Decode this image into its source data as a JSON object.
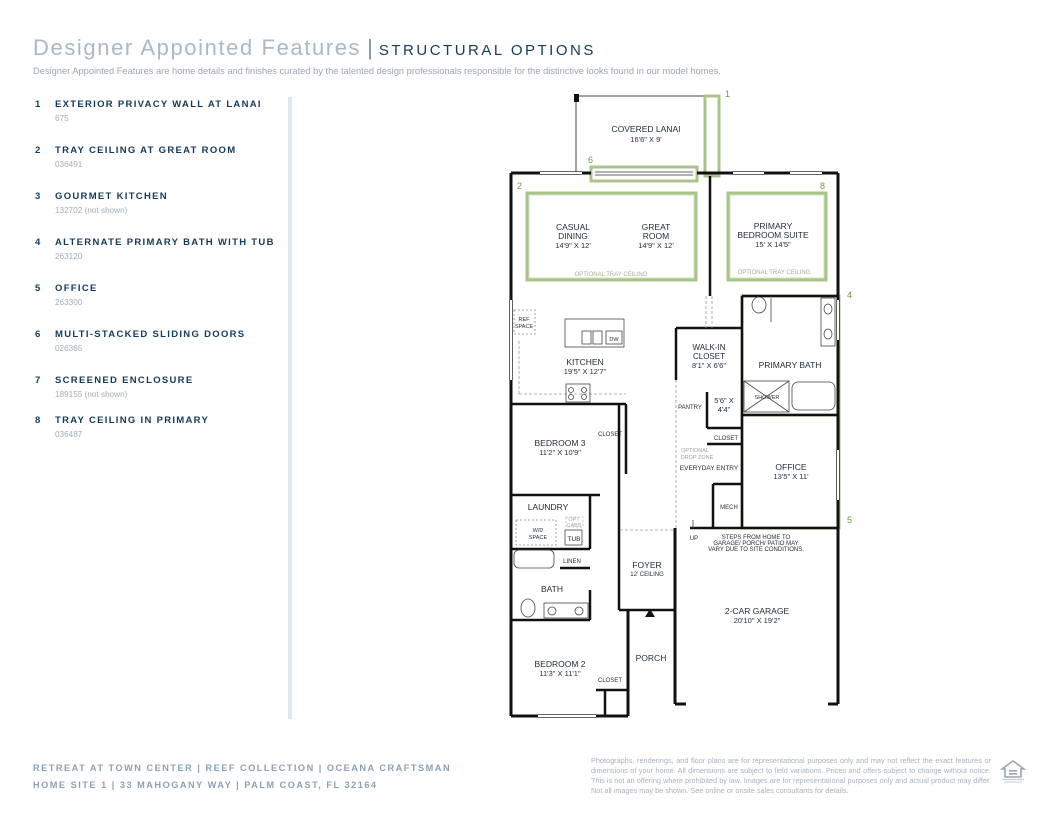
{
  "header": {
    "title": "Designer Appointed Features",
    "separator": "|",
    "subtitle": "STRUCTURAL OPTIONS",
    "description": "Designer Appointed Features are home details and finishes curated by the talented design professionals responsible for the distinctive looks found in our model homes."
  },
  "features": [
    {
      "num": "1",
      "name": "EXTERIOR PRIVACY WALL AT LANAI",
      "code": "675"
    },
    {
      "num": "2",
      "name": "TRAY CEILING AT GREAT ROOM",
      "code": "036491"
    },
    {
      "num": "3",
      "name": "GOURMET KITCHEN",
      "code": "132702 (not shown)"
    },
    {
      "num": "4",
      "name": "ALTERNATE PRIMARY BATH WITH TUB",
      "code": "263120"
    },
    {
      "num": "5",
      "name": "OFFICE",
      "code": "263300"
    },
    {
      "num": "6",
      "name": "MULTI-STACKED SLIDING DOORS",
      "code": "026365"
    },
    {
      "num": "7",
      "name": "SCREENED ENCLOSURE",
      "code": "189155 (not shown)"
    },
    {
      "num": "8",
      "name": "TRAY CEILING IN PRIMARY",
      "code": "036487"
    }
  ],
  "floorplan": {
    "covered_lanai": "COVERED LANAI",
    "covered_lanai_dim": "16'6\" X 9'",
    "casual_dining": "CASUAL",
    "casual_dining_2": "DINING",
    "casual_dining_dim": "14'9\" X 12'",
    "great_room": "GREAT",
    "great_room_2": "ROOM",
    "great_room_dim": "14'9\" X 12'",
    "optional_tray_ceiling": "OPTIONAL TRAY CEILING",
    "primary_suite": "PRIMARY",
    "primary_suite_2": "BEDROOM SUITE",
    "primary_suite_dim": "15' X 14'5\"",
    "ref_space": "REF",
    "ref_space_2": "SPACE",
    "dw": "DW",
    "kitchen": "KITCHEN",
    "kitchen_dim": "19'5\" X 12'7\"",
    "walkin_closet": "WALK-IN",
    "walkin_closet_2": "CLOSET",
    "walkin_closet_dim": "8'1\" X 6'6\"",
    "primary_bath": "PRIMARY BATH",
    "pantry": "PANTRY",
    "closet_small_dim": "5'6\" X",
    "closet_small_dim_2": "4'4\"",
    "shower": "SHOWER",
    "bedroom3": "BEDROOM 3",
    "bedroom3_dim": "11'2\" X 10'9\"",
    "closet": "CLOSET",
    "optional_drop_zone": "OPTIONAL",
    "optional_drop_zone_2": "DROP ZONE",
    "everyday_entry": "EVERYDAY ENTRY",
    "office": "OFFICE",
    "office_dim": "13'5\" X 11'",
    "laundry": "LAUNDRY",
    "opt_cabs": "OPT",
    "opt_cabs_2": "CABS",
    "wd_space": "W/D",
    "wd_space_2": "SPACE",
    "tub": "TUB",
    "mech": "MECH",
    "up": "UP",
    "steps_note_1": "STEPS FROM HOME TO",
    "steps_note_2": "GARAGE/ PORCH/ PATIO MAY",
    "steps_note_3": "VARY DUE TO SITE CONDITIONS.",
    "linen": "LINEN",
    "foyer": "FOYER",
    "foyer_ceiling": "12' CEILING",
    "bath": "BATH",
    "garage": "2-CAR GARAGE",
    "garage_dim": "20'10\" X 19'2\"",
    "porch": "PORCH",
    "bedroom2": "BEDROOM 2",
    "bedroom2_dim": "11'3\" X 11'1\"",
    "callouts": [
      "1",
      "2",
      "4",
      "5",
      "6",
      "8"
    ]
  },
  "footer": {
    "line1": "RETREAT AT TOWN CENTER  |  REEF COLLECTION  |  OCEANA CRAFTSMAN",
    "line2": "HOME SITE 1  |  33 MAHOGANY WAY  |  PALM COAST, FL 32164",
    "disclaimer": "Photographs, renderings, and floor plans are for representational purposes only and may not reflect the exact features or dimensions of your home. All dimensions are subject to field variations. Prices and offers subject to change without notice. This is not an offering where prohibited by law. Images are for representational purposes only and actual product may differ. Not all images may be shown. See online or onsite sales consultants for details.",
    "logo_text": "EQUAL HOUSING OPPORTUNITY"
  },
  "colors": {
    "title": "#a9b9c7",
    "subtitle": "#143a5c",
    "highlight_green": "#a9c48b",
    "callout_green": "#6f9a47",
    "wall": "#111111"
  }
}
